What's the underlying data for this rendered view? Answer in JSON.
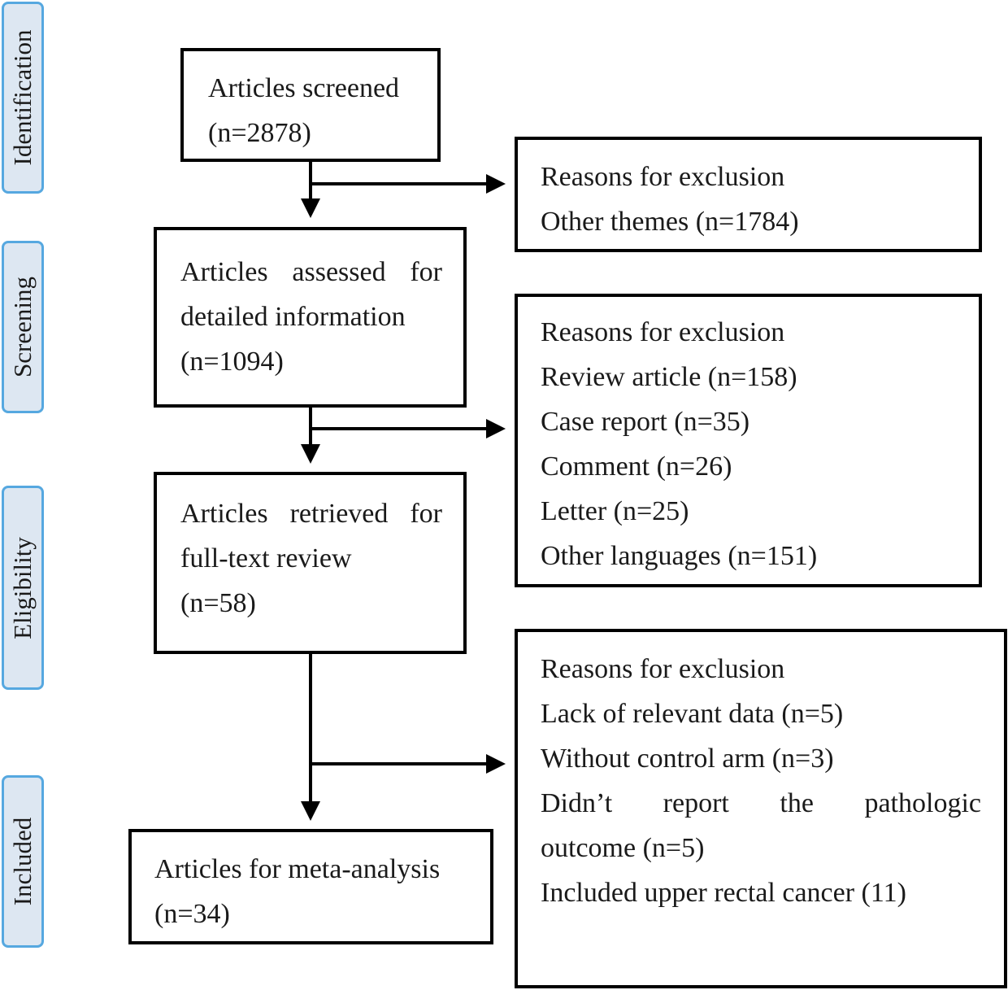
{
  "phases": {
    "identification": "Identification",
    "screening": "Screening",
    "eligibility": "Eligibility",
    "included": "Included"
  },
  "boxes": {
    "screened": {
      "line1": "Articles screened",
      "line2": "(n=2878)"
    },
    "assessed": {
      "line1": "Articles assessed for",
      "line2": "detailed information",
      "line3": "(n=1094)"
    },
    "retrieved": {
      "line1": "Articles retrieved for",
      "line2": "full-text review",
      "line3": "(n=58)"
    },
    "meta": {
      "line1": "Articles for meta-analysis",
      "line2": "(n=34)"
    }
  },
  "exclusions": {
    "first": {
      "title": "Reasons for exclusion",
      "items": [
        "Other themes (n=1784)"
      ]
    },
    "second": {
      "title": "Reasons for exclusion",
      "items": [
        "Review article (n=158)",
        "Case report (n=35)",
        "Comment (n=26)",
        "Letter (n=25)",
        "Other languages (n=151)"
      ]
    },
    "third": {
      "title": "Reasons for exclusion",
      "items": [
        "Lack of relevant data (n=5)",
        "Without control arm (n=3)",
        "Didn’t report the pathologic",
        "outcome (n=5)",
        "Included upper rectal cancer (11)"
      ]
    }
  }
}
